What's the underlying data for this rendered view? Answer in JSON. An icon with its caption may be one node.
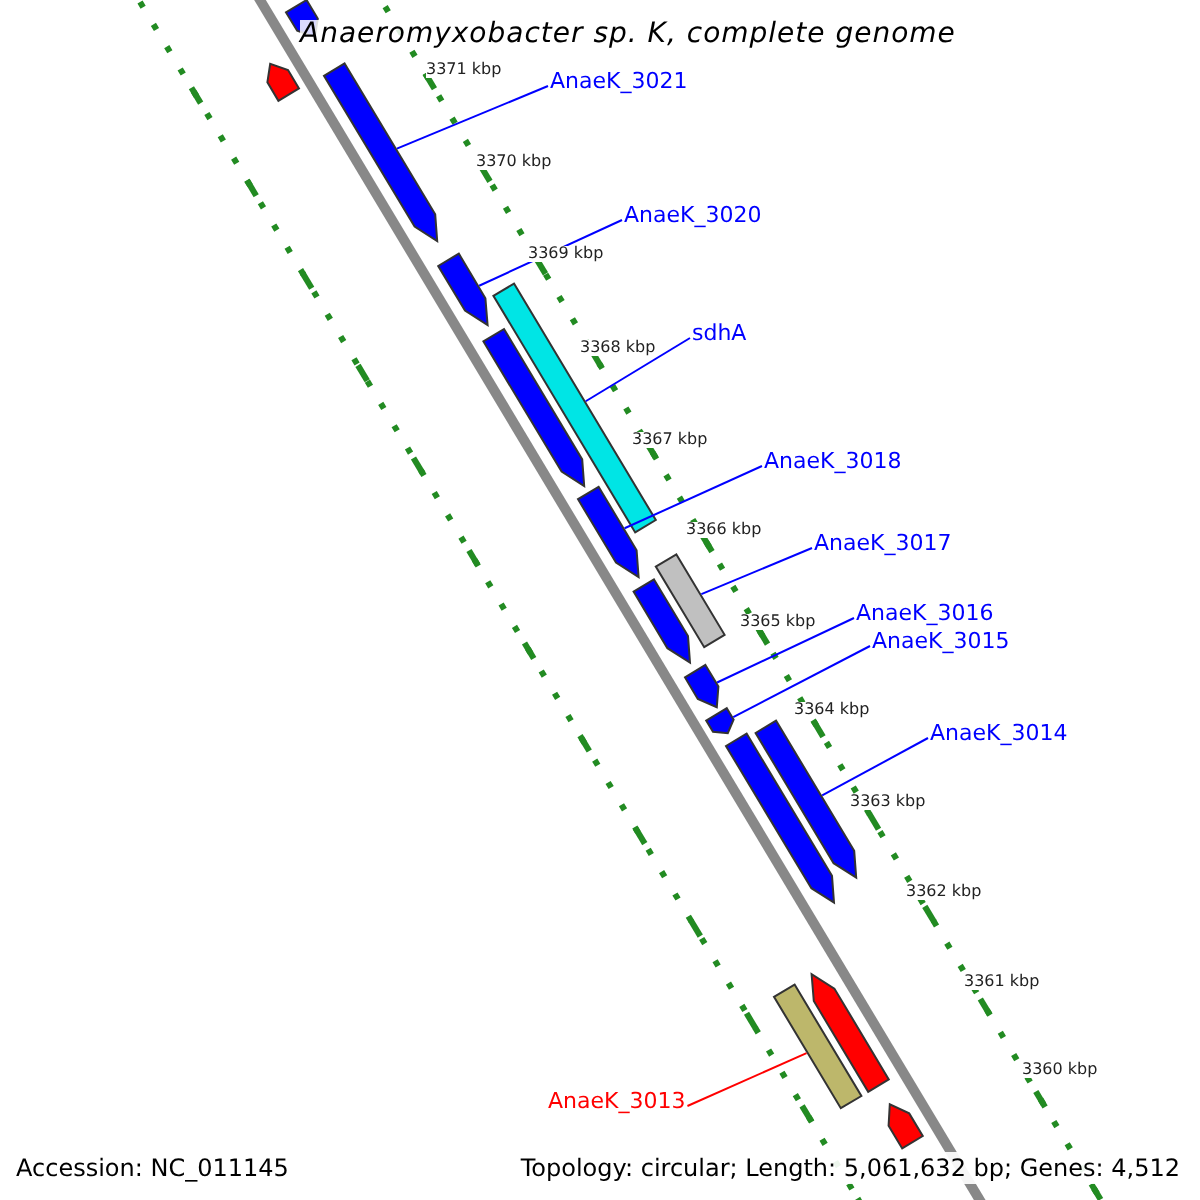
{
  "diagram": {
    "title": "Anaeromyxobacter sp. K, complete genome",
    "nodes": [
      {
        "text": [
          "AnaeK_3021"
        ]
      },
      {
        "text": [
          "AnaeK_3020"
        ]
      },
      {
        "text": [
          "sdhA"
        ]
      },
      {
        "text": [
          "AnaeK_3018"
        ]
      },
      {
        "text": [
          "AnaeK_3017"
        ]
      },
      {
        "text": [
          "AnaeK_3016"
        ]
      },
      {
        "text": [
          "AnaeK_3015"
        ]
      },
      {
        "text": [
          "AnaeK_3014"
        ]
      },
      {
        "text": [
          "AnaeK_3013"
        ]
      },
      {
        "text": [],
        "shape": "arrow"
      },
      {
        "text": [],
        "shape": "arrow"
      },
      {
        "text": [],
        "shape": "bar"
      },
      {
        "text": [],
        "shape": "arrow"
      },
      {
        "text": [],
        "shape": "bar"
      },
      {
        "text": [],
        "shape": "arrow"
      },
      {
        "text": [],
        "shape": "arrow"
      },
      {
        "text": [],
        "shape": "arrow"
      },
      {
        "text": [],
        "shape": "bar"
      },
      {
        "text": [],
        "shape": "arrow"
      },
      {
        "text": [],
        "shape": "arrow"
      },
      {
        "text": [],
        "shape": "arrow"
      },
      {
        "text": [],
        "shape": "arrow"
      },
      {
        "text": [],
        "shape": "arrow"
      },
      {
        "text": [],
        "shape": "arrow"
      },
      {
        "text": [],
        "shape": "arrow"
      }
    ],
    "edges": [
      {
        "from": 0,
        "to": 9,
        "arrow": "none"
      },
      {
        "from": 1,
        "to": 10,
        "arrow": "none"
      },
      {
        "from": 2,
        "to": 11,
        "arrow": "none"
      },
      {
        "from": 3,
        "to": 12,
        "arrow": "none"
      },
      {
        "from": 4,
        "to": 13,
        "arrow": "none"
      },
      {
        "from": 5,
        "to": 14,
        "arrow": "none"
      },
      {
        "from": 6,
        "to": 15,
        "arrow": "none"
      },
      {
        "from": 7,
        "to": 16,
        "arrow": "none"
      },
      {
        "from": 8,
        "to": 17,
        "arrow": "none",
        "color": "#ff0000"
      }
    ],
    "labels": [
      "3371 kbp",
      "3370 kbp",
      "3369 kbp",
      "3368 kbp",
      "3367 kbp",
      "3366 kbp",
      "3365 kbp",
      "3364 kbp",
      "3363 kbp",
      "3362 kbp",
      "3361 kbp",
      "3360 kbp",
      "Accession: NC_011145",
      "Topology: circular; Length: 5,061,632 bp; Genes: 4,512"
    ]
  }
}
